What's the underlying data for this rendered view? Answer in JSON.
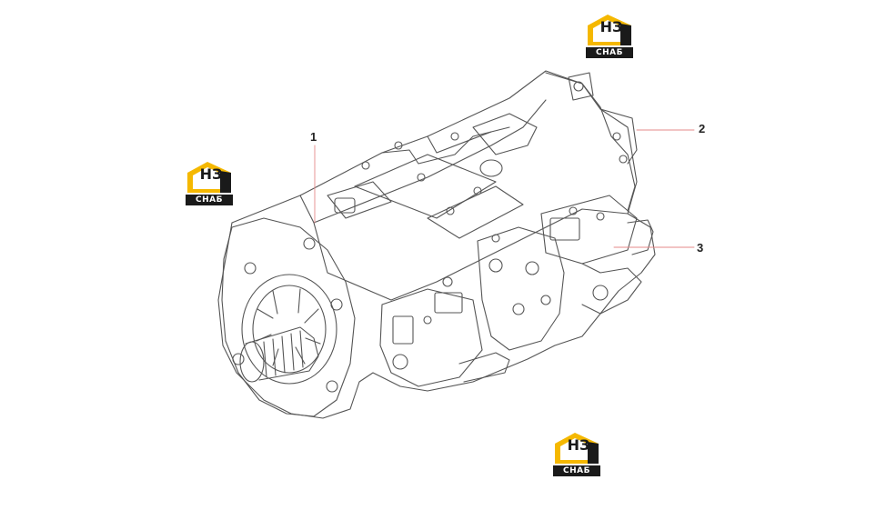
{
  "callouts": [
    {
      "label": "1"
    },
    {
      "label": "2"
    },
    {
      "label": "3"
    }
  ],
  "watermark": {
    "brand": "НЗ",
    "tag": "СНАБ",
    "accent_color": "#f5b800",
    "dark_color": "#1a1a1a"
  },
  "colors": {
    "line": "#555555",
    "leader": "#e58a8a"
  }
}
